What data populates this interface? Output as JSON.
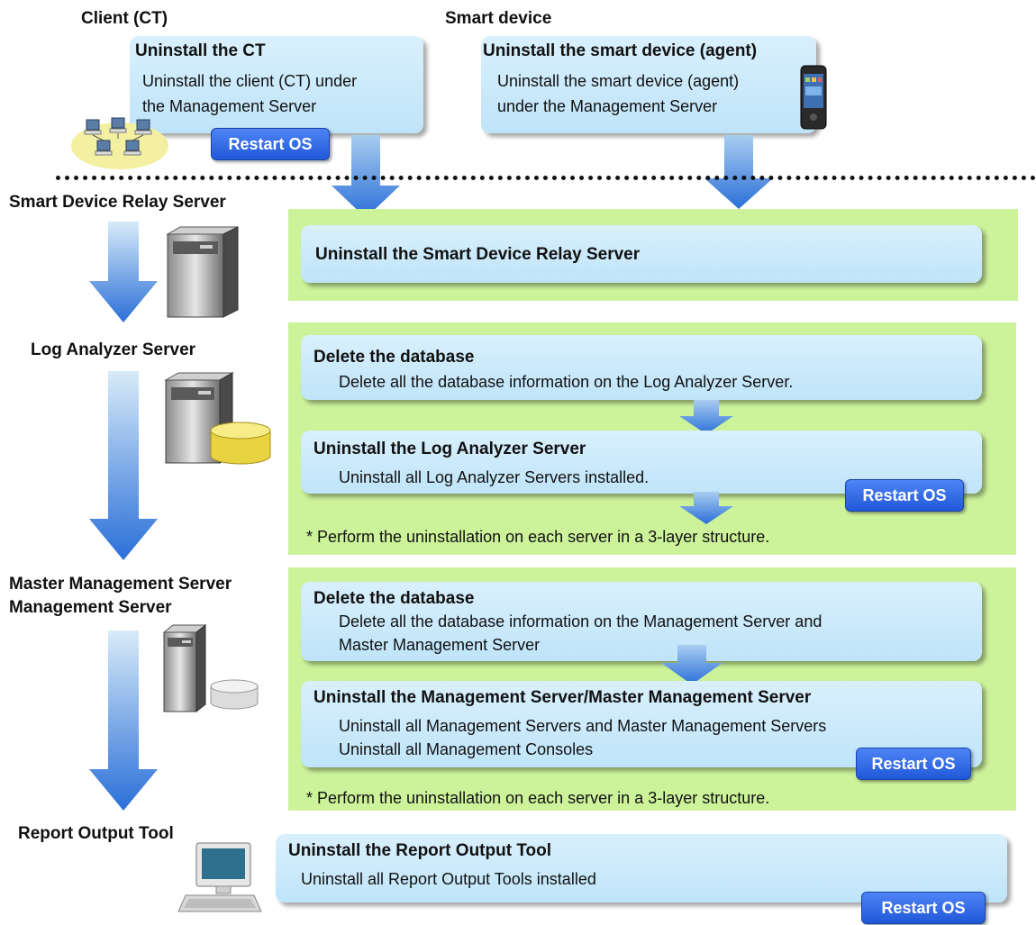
{
  "columns": {
    "client": "Client (CT)",
    "smart_device": "Smart device"
  },
  "client_box": {
    "title": "Uninstall the CT",
    "lines": [
      "Uninstall  the client  (CT)  under",
      "the Management   Server"
    ],
    "restart": "Restart OS"
  },
  "smart_box": {
    "title": "Uninstall the smart device (agent)",
    "lines": [
      "Uninstall  the smart device (agent)",
      "under the Management   Server"
    ]
  },
  "left_labels": {
    "relay": "Smart Device  Relay Server",
    "log": "Log Analyzer Server",
    "master": "Master Management Server",
    "mgmt": "Management Server",
    "report": "Report Output Tool"
  },
  "relay_box": {
    "title": "Uninstall the Smart Device Relay  Server"
  },
  "log_db_box": {
    "title": "Delete the database",
    "line": "Delete  all the database  information  on the Log Analyzer Server."
  },
  "log_uninstall_box": {
    "title": "Uninstall the Log Analyzer Server",
    "line": "Uninstall  all Log Analyzer Servers installed.",
    "restart": "Restart OS"
  },
  "log_note": "* Perform the uninstallation  on each server in a 3-layer structure.",
  "mgmt_db_box": {
    "title": "Delete the database",
    "lines": [
      "Delete  all the database information  on the Management   Server and",
      "Master Management  Server"
    ]
  },
  "mgmt_uninstall_box": {
    "title": "Uninstall the Management Server/Master Management Server",
    "lines": [
      "Uninstall  all Management   Servers and Master Management   Servers",
      "Uninstall  all Management   Consoles"
    ],
    "restart": "Restart OS"
  },
  "mgmt_note": "* Perform the uninstallation  on each server in a 3-layer structure.",
  "report_box": {
    "title": "Uninstall the Report Output Tool",
    "line": "Uninstall  all Report Output  Tools installed",
    "restart": "Restart OS"
  },
  "icons": [
    "client-network-icon",
    "smartphone-icon",
    "server-tower-icon",
    "database-cylinder-icon",
    "database-disk-icon",
    "desktop-pc-icon",
    "down-arrow-icon"
  ],
  "colors": {
    "green_panel": "#ccf29a",
    "box_fill": "#c9e9fb",
    "restart_button": "#2f68e6",
    "arrow_blue": "#2a6fd8"
  }
}
